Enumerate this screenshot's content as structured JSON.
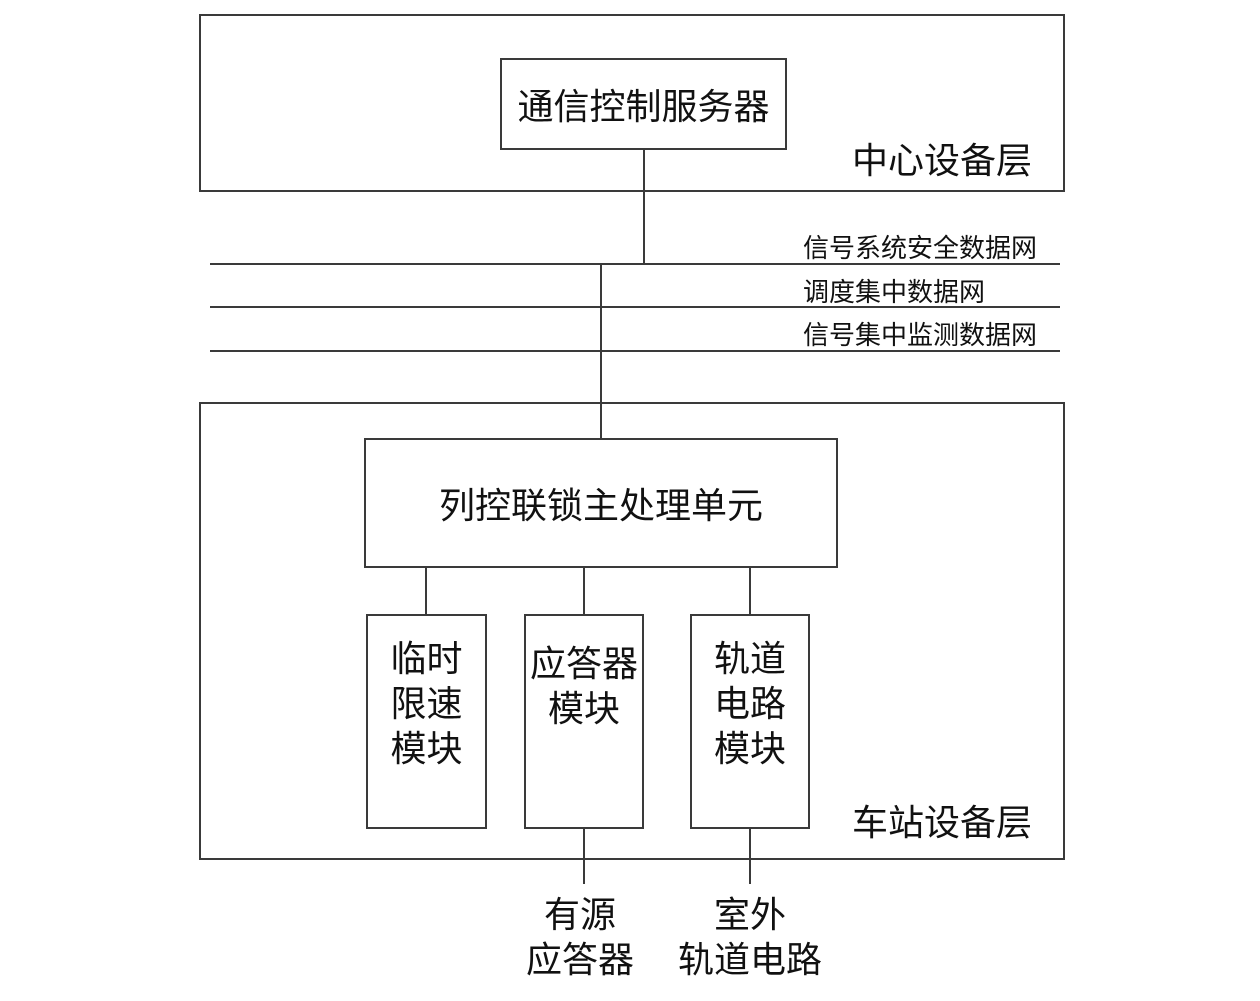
{
  "central_layer": {
    "label": "中心设备层",
    "server": "通信控制服务器"
  },
  "networks": [
    {
      "label": "信号系统安全数据网"
    },
    {
      "label": "调度集中数据网"
    },
    {
      "label": "信号集中监测数据网"
    }
  ],
  "station_layer": {
    "label": "车站设备层",
    "main_unit": "列控联锁主处理单元",
    "modules": [
      {
        "lines": [
          "临时",
          "限速",
          "模块"
        ]
      },
      {
        "lines": [
          "应答器",
          "模块"
        ]
      },
      {
        "lines": [
          "轨道",
          "电路",
          "模块"
        ]
      }
    ]
  },
  "external_devices": [
    {
      "lines": [
        "有源",
        "应答器"
      ]
    },
    {
      "lines": [
        "室外",
        "轨道电路"
      ]
    }
  ]
}
